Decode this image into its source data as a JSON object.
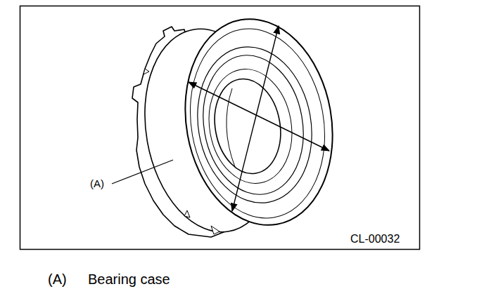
{
  "diagram": {
    "labels": [
      "(A)",
      "CL-00032",
      "(A)",
      "Bearing case"
    ]
  }
}
